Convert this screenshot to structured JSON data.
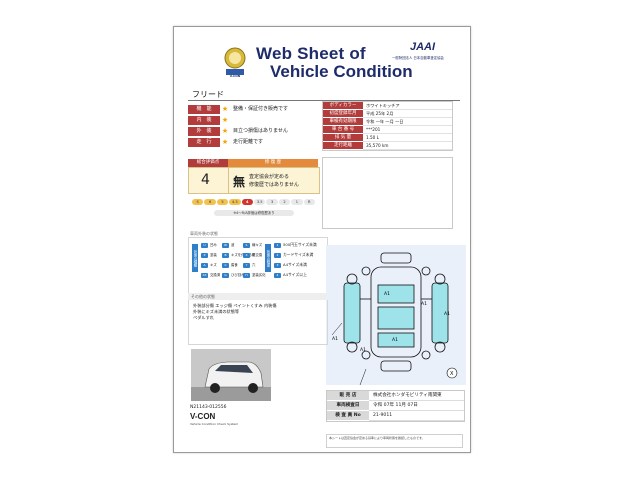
{
  "header": {
    "title_line1": "Web Sheet of",
    "title_line2": "Vehicle Condition",
    "logo_text": "V-CON",
    "org_name": "JAAI",
    "org_subtitle": "一般財団法人 日本自動車査定協会"
  },
  "model_name": "フリード",
  "features": [
    {
      "label": "機　能",
      "star": true,
      "value": "整備・保証付き販売です"
    },
    {
      "label": "内　装",
      "star": true,
      "value": ""
    },
    {
      "label": "外　装",
      "star": true,
      "value": "目立つ損傷はありません"
    },
    {
      "label": "走　行",
      "star": true,
      "value": "走行距離です"
    }
  ],
  "specs": [
    {
      "label": "ボディカラー",
      "value": "ホワイトキッチア"
    },
    {
      "label": "初度登録年月",
      "value": "平成 25年 2月"
    },
    {
      "label": "車検有効期限",
      "value": "令和 一年 一月 一日"
    },
    {
      "label": "車 台 番 号",
      "value": "***201"
    },
    {
      "label": "排 気 量",
      "value": "1.50 L"
    },
    {
      "label": "走行距離",
      "value": "35,570 km"
    }
  ],
  "evaluation": {
    "header_left": "総合評価点",
    "header_right": "修 復 歴",
    "score": "4",
    "repair_mark": "無",
    "repair_text1": "査定協会が定める",
    "repair_text2": "修復歴ではありません",
    "scale": [
      "S",
      "6",
      "5",
      "4.5",
      "4",
      "3.5",
      "3",
      "2",
      "1",
      "R"
    ],
    "scale_selected": "4",
    "note": "※4〜R/A評価は修復歴あり"
  },
  "vehicle_state_header": "車両外装の状態",
  "legend": {
    "group1_label": "状態の種類",
    "group1": [
      {
        "code": "U",
        "name": "凹み"
      },
      {
        "code": "W",
        "name": "波"
      },
      {
        "code": "S",
        "name": "線キズ"
      },
      {
        "code": "P",
        "name": "塗装"
      },
      {
        "code": "B",
        "name": "キズを伴う凹み"
      },
      {
        "code": "X",
        "name": "要交換"
      },
      {
        "code": "A",
        "name": "キズ"
      },
      {
        "code": "C",
        "name": "腐食"
      },
      {
        "code": "Y",
        "name": "穴"
      },
      {
        "code": "XX",
        "name": "交換済"
      },
      {
        "code": "G",
        "name": "ひび割れ"
      },
      {
        "code": "H",
        "name": "塗装劣化"
      }
    ],
    "group2_label": "状態の程度",
    "group2": [
      {
        "code": "1",
        "name": "500円玉サイズ未満"
      },
      {
        "code": "2",
        "name": "カードサイズ未満"
      },
      {
        "code": "3",
        "name": "A4サイズ未満"
      },
      {
        "code": "4",
        "name": "A4サイズ以上"
      }
    ]
  },
  "diagram_marks": [
    "A1",
    "A1",
    "A1",
    "A1",
    "A1",
    "A1"
  ],
  "other_header": "その他の状態",
  "other_lines": [
    "外装部分傷 エッジ傷 ペイントくすみ 内装傷",
    "外装にキズ未満の状態等",
    "ペダルすれ"
  ],
  "dealer": [
    {
      "label": "販 売 店",
      "value": "株式会社ホンダモビリティ南関東"
    },
    {
      "label": "車両検査日",
      "value": "令和 07年 11月 07日"
    },
    {
      "label": "検 査 員 No",
      "value": "21-9011"
    }
  ],
  "footer": {
    "sheet_no": "N21143-012556",
    "brand": "V-CON",
    "brand_sub": "Vehicle Condition Check System",
    "note": "本シートは査定協会が定める基準により車両状態を確認したものです。"
  },
  "colors": {
    "accent_red": "#b23b3b",
    "title_navy": "#1e2c6b",
    "eval_yellow": "#fdf4d6"
  }
}
